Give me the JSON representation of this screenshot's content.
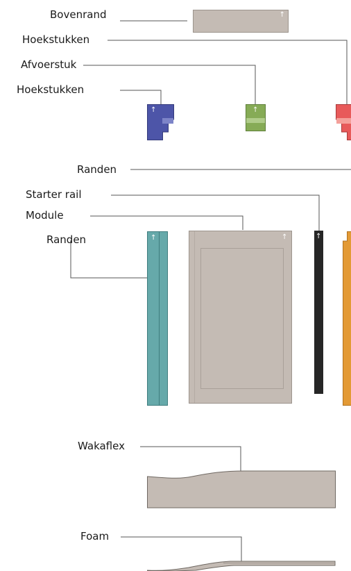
{
  "labels": {
    "top_edge": "Bovenrand",
    "corner_pieces_right": "Hoekstukken",
    "drain_piece": "Afvoerstuk",
    "corner_pieces_left": "Hoekstukken",
    "edges_right": "Randen",
    "starter_rail": "Starter rail",
    "module": "Module",
    "edges_left": "Randen",
    "wakaflex": "Wakaflex",
    "foam": "Foam"
  },
  "colors": {
    "panel_grey": "#c4bbb4",
    "panel_border": "#9c948d",
    "corner_blue": "#4d55a8",
    "drain_green": "#86ab56",
    "corner_red": "#e85a5a",
    "edge_teal": "#66a9aa",
    "starter_rail_black": "#262626",
    "edge_orange": "#e39a35",
    "leader_line": "#555555"
  },
  "icons": {
    "direction": "up-arrow-icon",
    "direction_glyph": "↑"
  }
}
